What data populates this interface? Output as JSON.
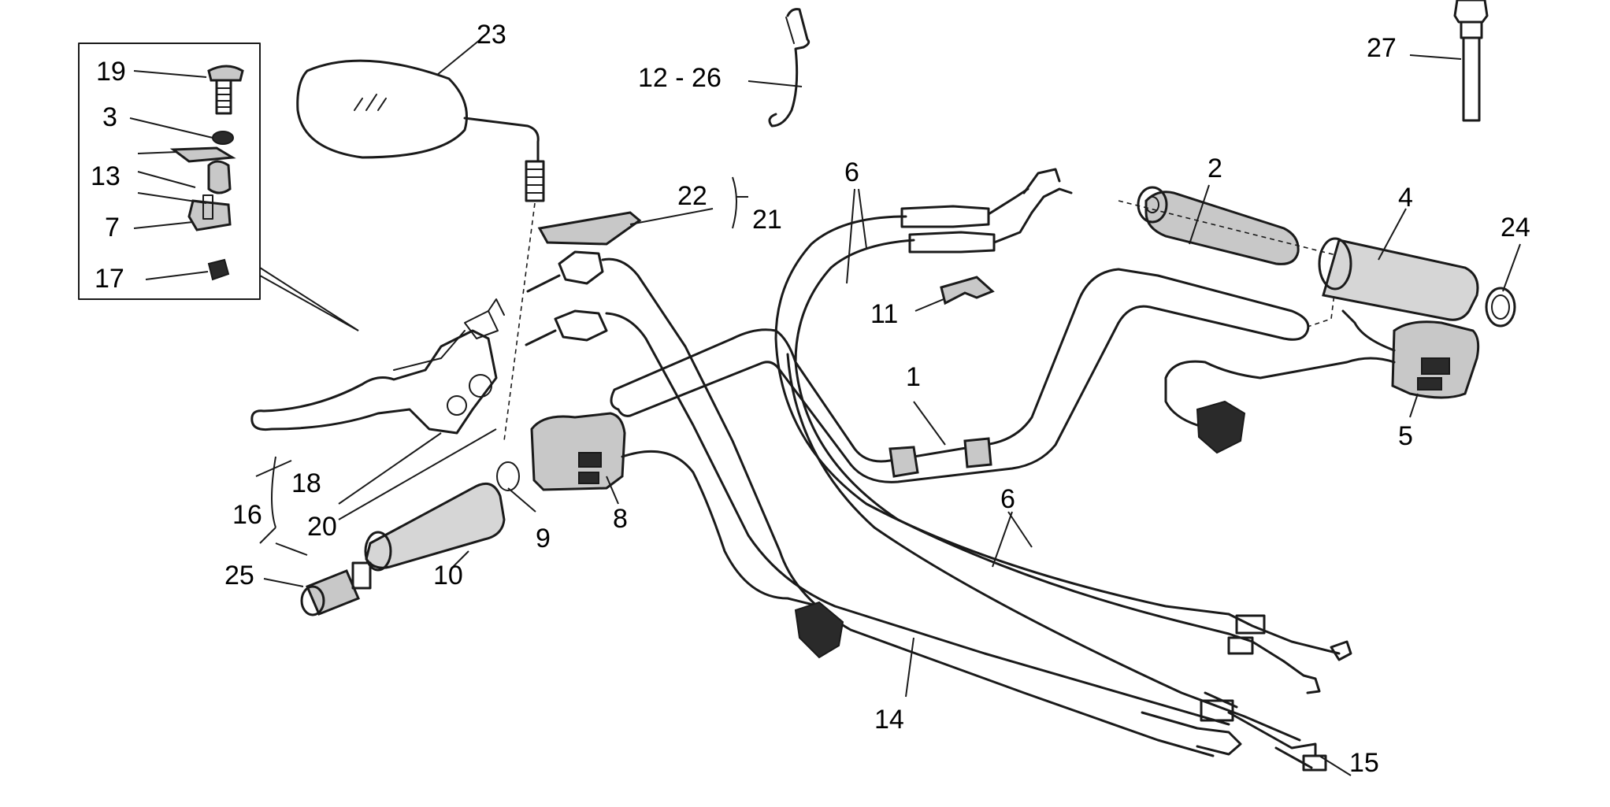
{
  "callouts": [
    {
      "id": "c1",
      "text": "1"
    },
    {
      "id": "c2",
      "text": "2"
    },
    {
      "id": "c3",
      "text": "3"
    },
    {
      "id": "c4",
      "text": "4"
    },
    {
      "id": "c5",
      "text": "5"
    },
    {
      "id": "c6a",
      "text": "6"
    },
    {
      "id": "c6b",
      "text": "6"
    },
    {
      "id": "c7",
      "text": "7"
    },
    {
      "id": "c8",
      "text": "8"
    },
    {
      "id": "c9",
      "text": "9"
    },
    {
      "id": "c10",
      "text": "10"
    },
    {
      "id": "c11",
      "text": "11"
    },
    {
      "id": "c12",
      "text": "12 - 26"
    },
    {
      "id": "c13",
      "text": "13"
    },
    {
      "id": "c14",
      "text": "14"
    },
    {
      "id": "c15",
      "text": "15"
    },
    {
      "id": "c16",
      "text": "16"
    },
    {
      "id": "c17",
      "text": "17"
    },
    {
      "id": "c18",
      "text": "18"
    },
    {
      "id": "c19",
      "text": "19"
    },
    {
      "id": "c20",
      "text": "20"
    },
    {
      "id": "c21",
      "text": "21"
    },
    {
      "id": "c22",
      "text": "22"
    },
    {
      "id": "c23",
      "text": "23"
    },
    {
      "id": "c24",
      "text": "24"
    },
    {
      "id": "c25",
      "text": "25"
    },
    {
      "id": "c27",
      "text": "27"
    }
  ]
}
